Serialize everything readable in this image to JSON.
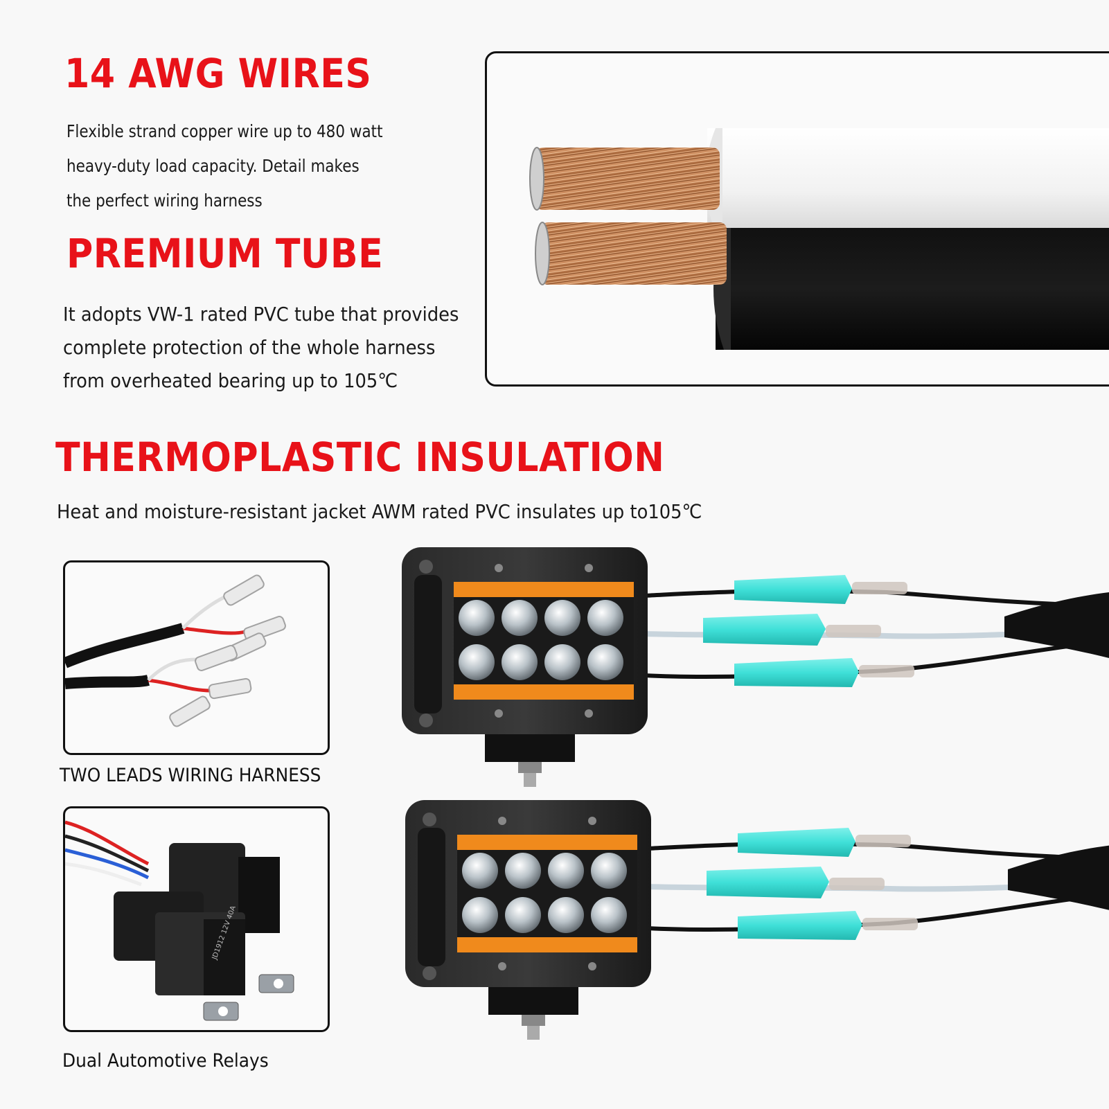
{
  "sections": {
    "awg": {
      "heading": "14 AWG WIRES",
      "lines": [
        "Flexible strand copper wire up to 480 watt",
        "heavy-duty load capacity. Detail makes",
        "the perfect wiring harness"
      ]
    },
    "tube": {
      "heading": "PREMIUM TUBE",
      "lines": [
        "It adopts VW-1 rated PVC tube that provides",
        "complete protection of the whole harness",
        "from overheated bearing up to 105℃"
      ]
    },
    "insulation": {
      "heading": "THERMOPLASTIC INSULATION",
      "line": "Heat and moisture-resistant jacket AWM rated PVC insulates up to105℃"
    }
  },
  "captions": {
    "harness": "TWO LEADS WIRING HARNESS",
    "relays": "Dual Automotive Relays"
  },
  "relay_label": "JD1912 12V 40A",
  "colors": {
    "heading_red": "#e81219",
    "copper": "#c98a5a",
    "connector_cyan": "#3fe0d8",
    "amber_led": "#f08a1c"
  },
  "icons": [
    "copper-cable-image",
    "harness-image",
    "relay-image",
    "led-light-image"
  ]
}
